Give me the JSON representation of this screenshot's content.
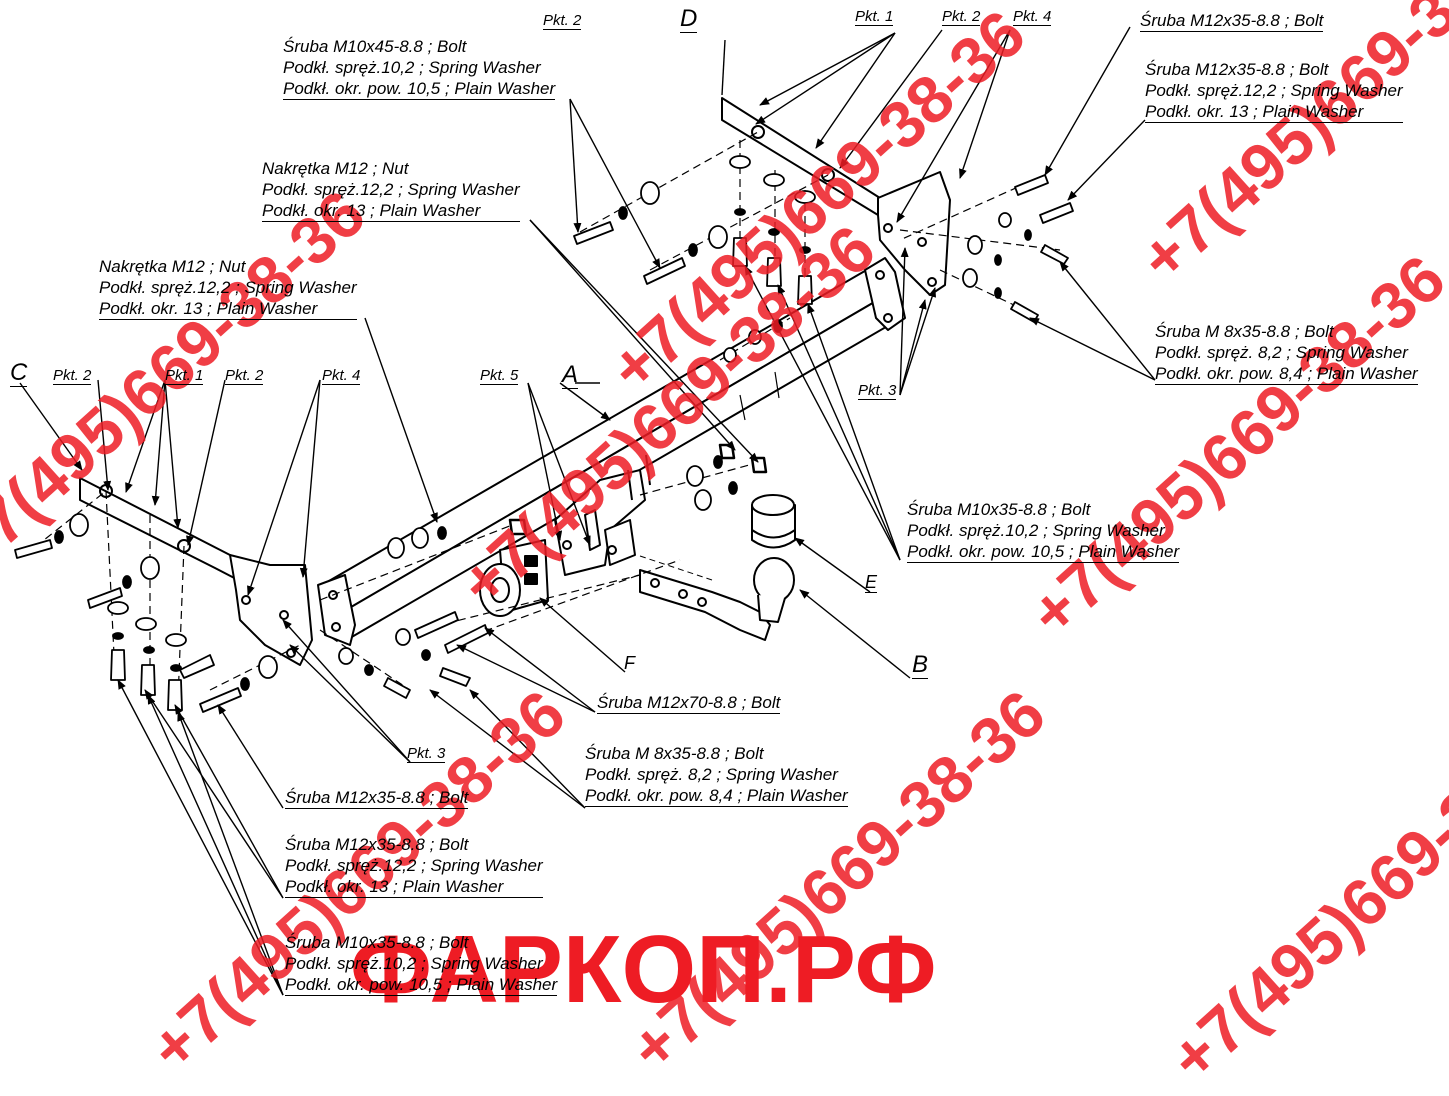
{
  "watermark": {
    "phone": "+7(495)669-38-36",
    "site": "ФАРКОП.РФ"
  },
  "callouts": {
    "top_left_bolt": [
      "Śruba M10x45-8.8 ;  Bolt",
      "Podkł. spręż.10,2 ; Spring Washer",
      "Podkł. okr. pow. 10,5 ; Plain Washer"
    ],
    "nut_upper": [
      "Nakrętka  M12 ; Nut",
      "Podkł. spręż.12,2 ; Spring Washer",
      "Podkł. okr. 13 ; Plain Washer"
    ],
    "nut_left": [
      "Nakrętka  M12 ; Nut",
      "Podkł. spręż.12,2 ; Spring Washer",
      "Podkł. okr. 13 ; Plain Washer"
    ],
    "top_right_bolt": [
      "Śruba M12x35-8.8 ;  Bolt"
    ],
    "right_bolt_washers": [
      "Śruba M12x35-8.8 ;  Bolt",
      "Podkł. spręż.12,2 ; Spring Washer",
      "Podkł. okr. 13 ; Plain Washer"
    ],
    "right_m8": [
      "Śruba M 8x35-8.8 ;  Bolt",
      "Podkł. spręż. 8,2 ; Spring Washer",
      "Podkł. okr. pow. 8,4 ; Plain Washer"
    ],
    "center_m10": [
      "Śruba M10x35-8.8 ;  Bolt",
      "Podkł. spręż.10,2 ; Spring Washer",
      "Podkł. okr. pow. 10,5 ; Plain Washer"
    ],
    "m12x70": [
      "Śruba M12x70-8.8 ;  Bolt"
    ],
    "bottom_m8": [
      "Śruba M 8x35-8.8 ;  Bolt",
      "Podkł. spręż. 8,2 ; Spring Washer",
      "Podkł. okr. pow. 8,4 ; Plain Washer"
    ],
    "bottom_m12_single": [
      "Śruba M12x35-8.8 ;  Bolt"
    ],
    "bottom_m12_washers": [
      "Śruba M12x35-8.8 ;  Bolt",
      "Podkł. spręż.12,2 ; Spring Washer",
      "Podkł. okr. 13 ; Plain Washer"
    ],
    "bottom_m10": [
      "Śruba M10x35-8.8 ;  Bolt",
      "Podkł. spręż.10,2 ; Spring Washer",
      "Podkł. okr. pow. 10,5 ; Plain Washer"
    ]
  },
  "tags": {
    "pkt1": "Pkt. 1",
    "pkt2": "Pkt. 2",
    "pkt3": "Pkt. 3",
    "pkt4": "Pkt. 4",
    "pkt5": "Pkt. 5"
  },
  "letters": {
    "A": "A",
    "B": "B",
    "C": "C",
    "D": "D",
    "E": "E",
    "F": "F"
  }
}
